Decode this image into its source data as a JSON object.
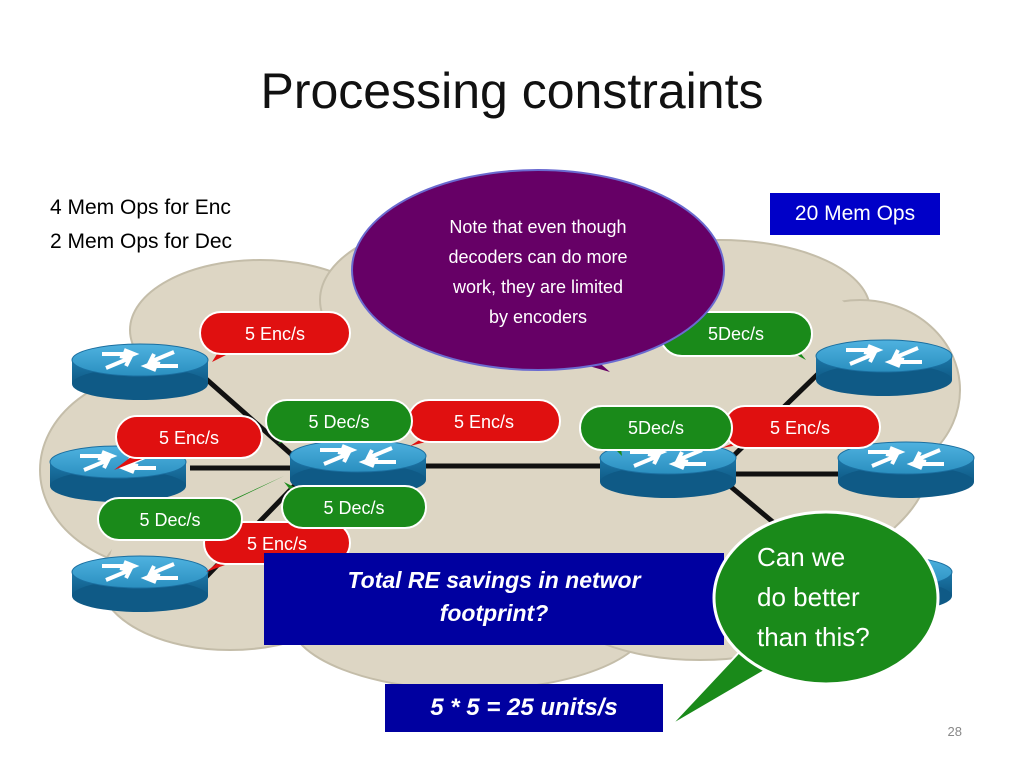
{
  "title": "Processing constraints",
  "costs": [
    "4 Mem Ops for Enc",
    "2 Mem Ops for Dec"
  ],
  "capacity": "20 Mem Ops",
  "note": [
    "Note that even though",
    "decoders can do more",
    "work, they are limited",
    "by encoders"
  ],
  "rates": {
    "enc": "5 Enc/s",
    "dec": "5 Dec/s",
    "dec_compact": "5Dec/s"
  },
  "banner": [
    "Total RE savings in networ",
    "footprint?"
  ],
  "result": "5 * 5 = 25 units/s",
  "callout": [
    "Can we",
    "do better",
    "than this?"
  ],
  "slide_number": "28",
  "colors": {
    "enc_bubble": "#e01010",
    "dec_bubble": "#1a8a1a",
    "note_bubble": "#660066",
    "router": "#2a8fc0",
    "cloud": "#ddd6c4",
    "box_blue": "#0000c8"
  }
}
